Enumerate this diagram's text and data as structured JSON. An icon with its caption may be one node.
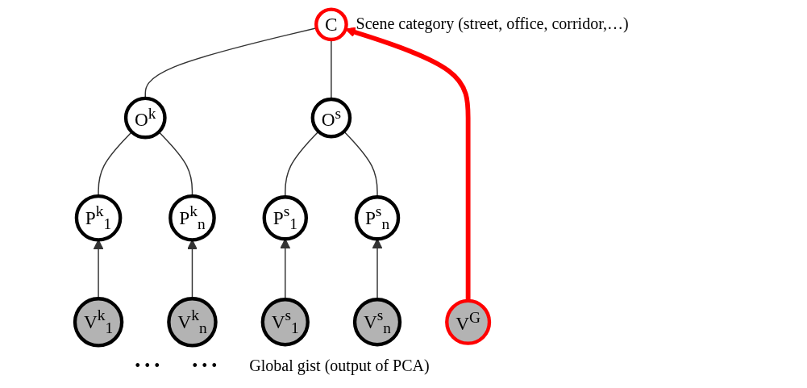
{
  "diagram": {
    "nodes": [
      {
        "text": [
          "C"
        ],
        "beside": [
          "Scene category (street, office, corridor,…)"
        ]
      },
      {
        "text": [
          "O$^{k}$"
        ]
      },
      {
        "text": [
          "O$^{s}$"
        ]
      },
      {
        "text": [
          "P$^{k}$$_{1}$"
        ]
      },
      {
        "text": [
          "P$^{k}$$_{n}$"
        ]
      },
      {
        "text": [
          "P$^{s}$$_{1}$"
        ]
      },
      {
        "text": [
          "P$^{s}$$_{n}$"
        ]
      },
      {
        "text": [
          "V$^{k}$$_{1}$"
        ]
      },
      {
        "text": [
          "V$^{k}$$_{n}$"
        ]
      },
      {
        "text": [
          "V$^{G}$"
        ]
      },
      {
        "text": [
          "V$^{s}$$_{1}$"
        ]
      },
      {
        "text": [
          "V$^{s}$$_{n}$"
        ]
      }
    ],
    "edges": [
      {
        "from": 1,
        "to": 0,
        "arrow": "none"
      },
      {
        "from": 2,
        "to": 0,
        "arrow": "none"
      },
      {
        "from": 9,
        "to": 0,
        "arrow": "to",
        "style": "thick",
        "color": "#ff0000"
      },
      {
        "from": 3,
        "to": 1,
        "arrow": "none"
      },
      {
        "from": 4,
        "to": 1,
        "arrow": "none"
      },
      {
        "from": 5,
        "to": 2,
        "arrow": "none"
      },
      {
        "from": 6,
        "to": 2,
        "arrow": "none"
      },
      {
        "from": 7,
        "to": 3,
        "arrow": "to"
      },
      {
        "from": 8,
        "to": 4,
        "arrow": "to"
      },
      {
        "from": 10,
        "to": 5,
        "arrow": "to"
      },
      {
        "from": 11,
        "to": 6,
        "arrow": "to"
      }
    ],
    "labels": [
      "• • •",
      "• • •",
      "Global gist (output of PCA)"
    ]
  }
}
